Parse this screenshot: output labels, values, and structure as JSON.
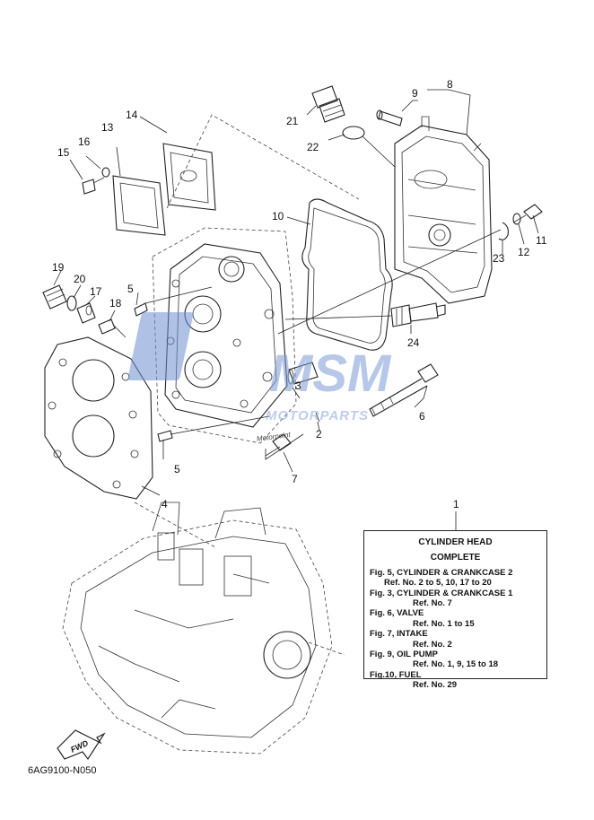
{
  "diagram": {
    "callouts": [
      {
        "id": "1",
        "text": "1"
      },
      {
        "id": "2",
        "text": "2"
      },
      {
        "id": "3",
        "text": "3"
      },
      {
        "id": "4",
        "text": "4"
      },
      {
        "id": "5a",
        "text": "5"
      },
      {
        "id": "5b",
        "text": "5"
      },
      {
        "id": "6",
        "text": "6"
      },
      {
        "id": "7",
        "text": "7"
      },
      {
        "id": "8",
        "text": "8"
      },
      {
        "id": "9",
        "text": "9"
      },
      {
        "id": "10",
        "text": "10"
      },
      {
        "id": "11",
        "text": "11"
      },
      {
        "id": "12",
        "text": "12"
      },
      {
        "id": "13",
        "text": "13"
      },
      {
        "id": "14",
        "text": "14"
      },
      {
        "id": "15",
        "text": "15"
      },
      {
        "id": "16",
        "text": "16"
      },
      {
        "id": "17",
        "text": "17"
      },
      {
        "id": "18",
        "text": "18"
      },
      {
        "id": "19",
        "text": "19"
      },
      {
        "id": "20",
        "text": "20"
      },
      {
        "id": "21",
        "text": "21"
      },
      {
        "id": "22",
        "text": "22"
      },
      {
        "id": "23",
        "text": "23"
      },
      {
        "id": "24",
        "text": "24"
      }
    ],
    "watermark": {
      "main": "MOTORPARTS",
      "brand": "MSM"
    },
    "stamp": "Motorpoint",
    "fwd_label": "FWD",
    "part_code": "6AG9100-N050"
  },
  "reference_box": {
    "title": "CYLINDER HEAD",
    "subtitle": "COMPLETE",
    "entries": [
      {
        "fig": "Fig. 5, CYLINDER & CRANKCASE 2",
        "ref": "Ref. No. 2 to 5, 10, 17 to 20"
      },
      {
        "fig": "Fig. 3, CYLINDER & CRANKCASE 1",
        "ref": "Ref. No. 7"
      },
      {
        "fig": "Fig. 6, VALVE",
        "ref": "Ref. No. 1 to 15"
      },
      {
        "fig": "Fig. 7, INTAKE",
        "ref": "Ref. No. 2"
      },
      {
        "fig": "Fig. 9, OIL PUMP",
        "ref": "Ref. No. 1, 9, 15 to 18"
      },
      {
        "fig": "Fig.10, FUEL",
        "ref": "Ref. No. 29"
      }
    ]
  }
}
